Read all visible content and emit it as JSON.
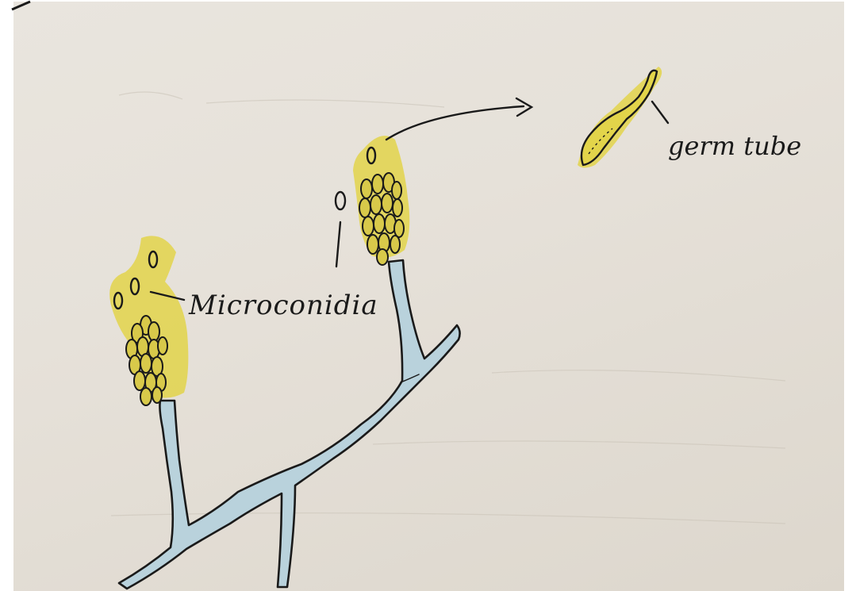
{
  "labels": {
    "microconidia": "Microconidia",
    "germ_tube": "germ tube"
  },
  "colors": {
    "paper": "#e6e1d9",
    "ink": "#1a1a1a",
    "conidia_highlight": "#e2d44a",
    "hypha_fill": "#b9d2dc"
  },
  "structures": [
    "hypha-branch",
    "conidiophore-left",
    "conidiophore-right",
    "conidial-head-left",
    "conidial-head-right",
    "free-microconidia",
    "germinating-conidium"
  ]
}
